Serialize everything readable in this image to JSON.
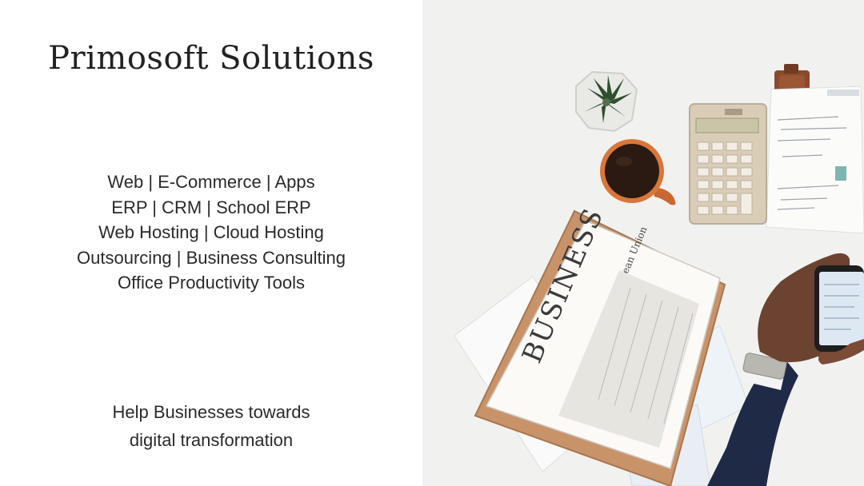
{
  "brand": {
    "title": "Primosoft Solutions"
  },
  "services": [
    "Web | E-Commerce | Apps",
    "ERP | CRM | School ERP",
    "Web Hosting | Cloud Hosting",
    "Outsourcing | Business Consulting",
    "Office Productivity Tools"
  ],
  "tagline": [
    "Help Businesses towards",
    "digital transformation"
  ],
  "photo": {
    "newspaper_headline": "BUSINESS",
    "newspaper_subhead": "Economy of the European Union",
    "background_color": "#f1f1f0"
  }
}
